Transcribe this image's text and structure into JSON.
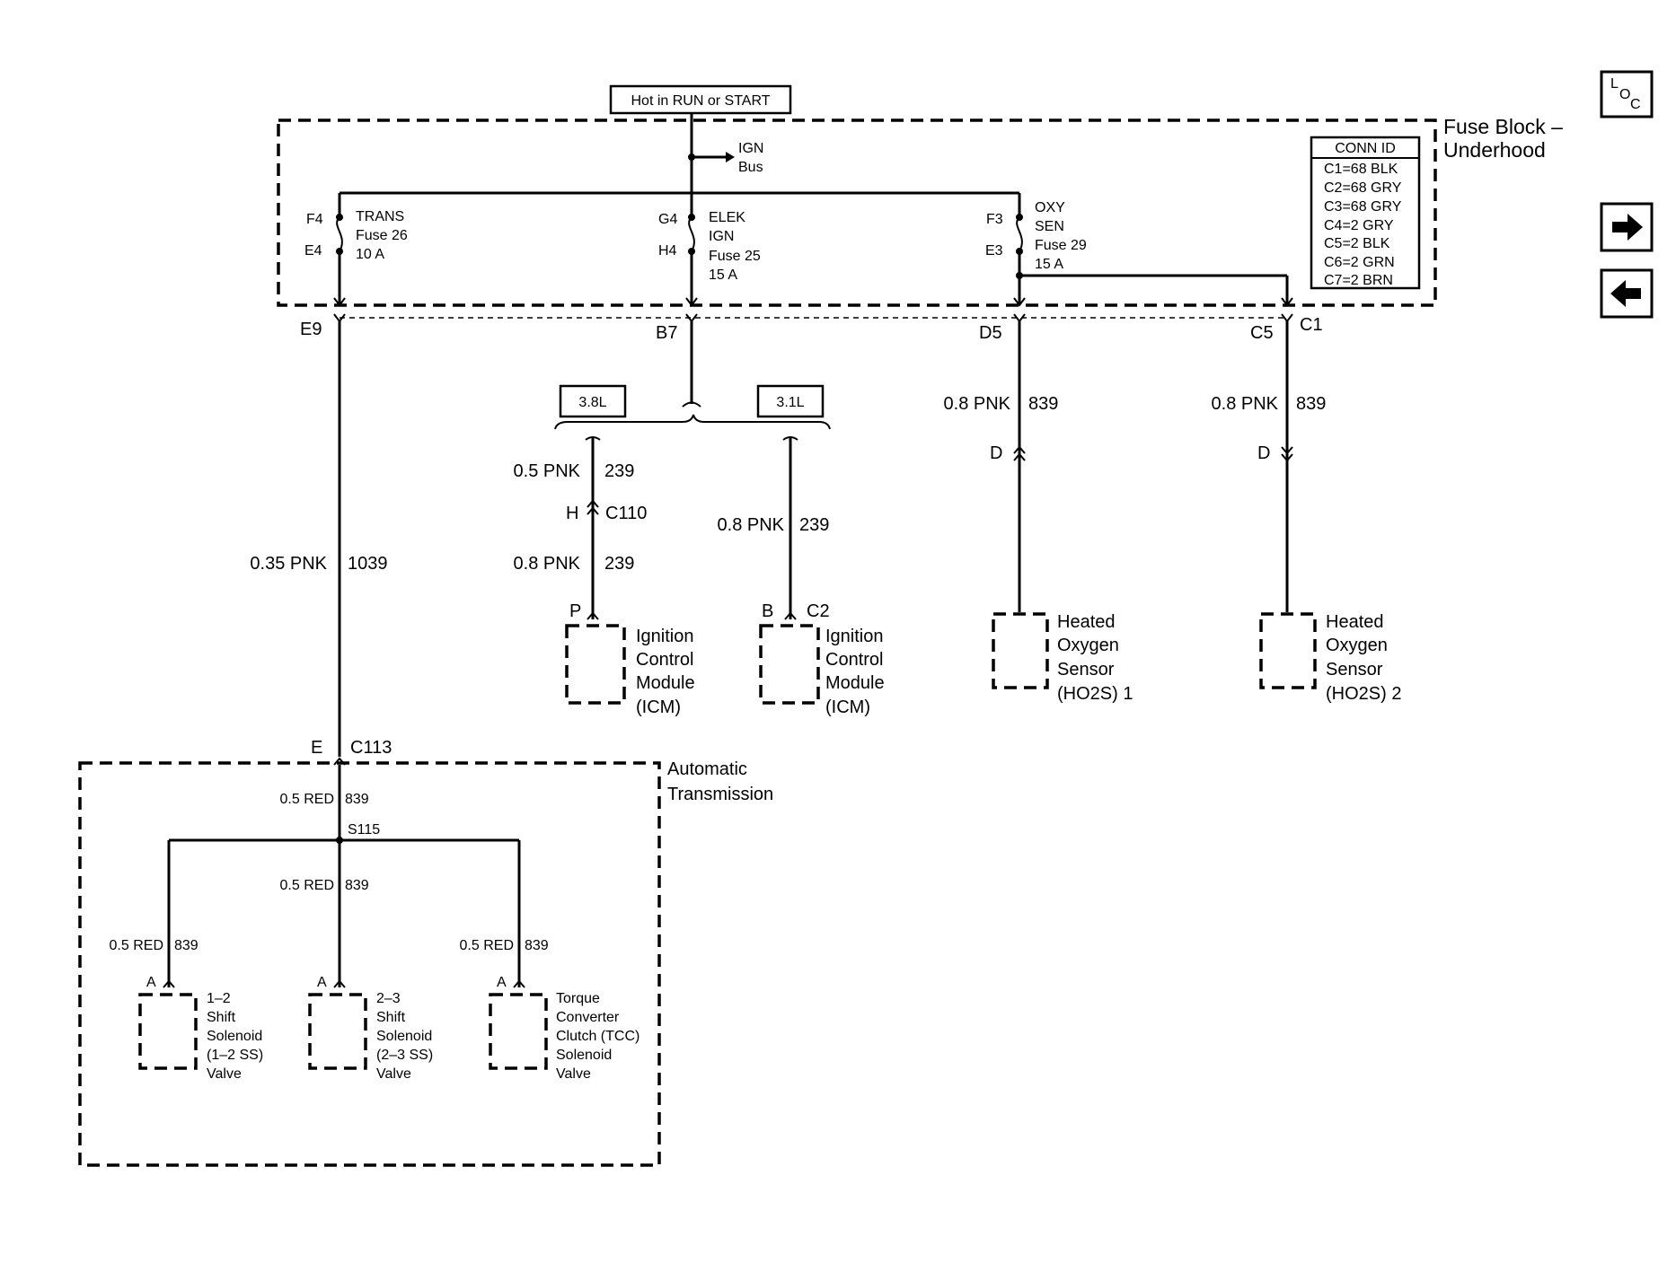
{
  "header": {
    "power_label": "Hot in RUN or START",
    "ign_bus_line1": "IGN",
    "ign_bus_line2": "Bus"
  },
  "fuse_block": {
    "title_line1": "Fuse Block –",
    "title_line2": "Underhood",
    "conn_id_title": "CONN ID",
    "conn_ids": [
      "C1=68 BLK",
      "C2=68 GRY",
      "C3=68 GRY",
      "C4=2 GRY",
      "C5=2 BLK",
      "C6=2 GRN",
      "C7=2 BRN"
    ],
    "fuses": [
      {
        "top_pin": "F4",
        "bottom_pin": "E4",
        "lines": [
          "TRANS",
          "Fuse 26",
          "10 A"
        ]
      },
      {
        "top_pin": "G4",
        "bottom_pin": "H4",
        "lines": [
          "ELEK",
          "IGN",
          "Fuse 25",
          "15 A"
        ]
      },
      {
        "top_pin": "F3",
        "bottom_pin": "E3",
        "lines": [
          "OXY",
          "SEN",
          "Fuse 29",
          "15 A"
        ]
      }
    ],
    "outputs": {
      "e9": "E9",
      "b7": "B7",
      "d5": "D5",
      "c5": "C5",
      "c1": "C1"
    }
  },
  "engine_options": {
    "left": "3.8L",
    "right": "3.1L"
  },
  "wires": {
    "trans_main": {
      "gauge": "0.35 PNK",
      "circuit": "1039"
    },
    "icm_upper": {
      "gauge": "0.5 PNK",
      "circuit": "239"
    },
    "icm_lower": {
      "gauge": "0.8 PNK",
      "circuit": "239"
    },
    "icm_31": {
      "gauge": "0.8 PNK",
      "circuit": "239"
    },
    "ho2s1": {
      "gauge": "0.8 PNK",
      "circuit": "839"
    },
    "ho2s2": {
      "gauge": "0.8 PNK",
      "circuit": "839"
    },
    "at_main": {
      "gauge": "0.5 RED",
      "circuit": "839"
    },
    "at_center": {
      "gauge": "0.5 RED",
      "circuit": "839"
    },
    "at_left": {
      "gauge": "0.5 RED",
      "circuit": "839"
    },
    "at_right": {
      "gauge": "0.5 RED",
      "circuit": "839"
    }
  },
  "connectors": {
    "c110_pin": "H",
    "c110": "C110",
    "icm1_pin": "P",
    "icm2_pin": "B",
    "icm2_conn": "C2",
    "ho2s1_pin": "D",
    "ho2s2_pin": "D",
    "c113_pin": "E",
    "c113": "C113",
    "splice": "S115",
    "sol1_pin": "A",
    "sol2_pin": "A",
    "sol3_pin": "A"
  },
  "components": {
    "icm1": [
      "Ignition",
      "Control",
      "Module",
      "(ICM)"
    ],
    "icm2": [
      "Ignition",
      "Control",
      "Module",
      "(ICM)"
    ],
    "ho2s1": [
      "Heated",
      "Oxygen",
      "Sensor",
      "(HO2S) 1"
    ],
    "ho2s2": [
      "Heated",
      "Oxygen",
      "Sensor",
      "(HO2S) 2"
    ],
    "auto_trans": [
      "Automatic",
      "Transmission"
    ],
    "sol1": [
      "1–2",
      "Shift",
      "Solenoid",
      "(1–2 SS)",
      "Valve"
    ],
    "sol2": [
      "2–3",
      "Shift",
      "Solenoid",
      "(2–3 SS)",
      "Valve"
    ],
    "sol3": [
      "Torque",
      "Converter",
      "Clutch (TCC)",
      "Solenoid",
      "Valve"
    ]
  },
  "nav": {
    "loc_l": "L",
    "loc_o": "O",
    "loc_c": "C",
    "forward_icon": "arrow-right-icon",
    "back_icon": "arrow-left-icon"
  }
}
